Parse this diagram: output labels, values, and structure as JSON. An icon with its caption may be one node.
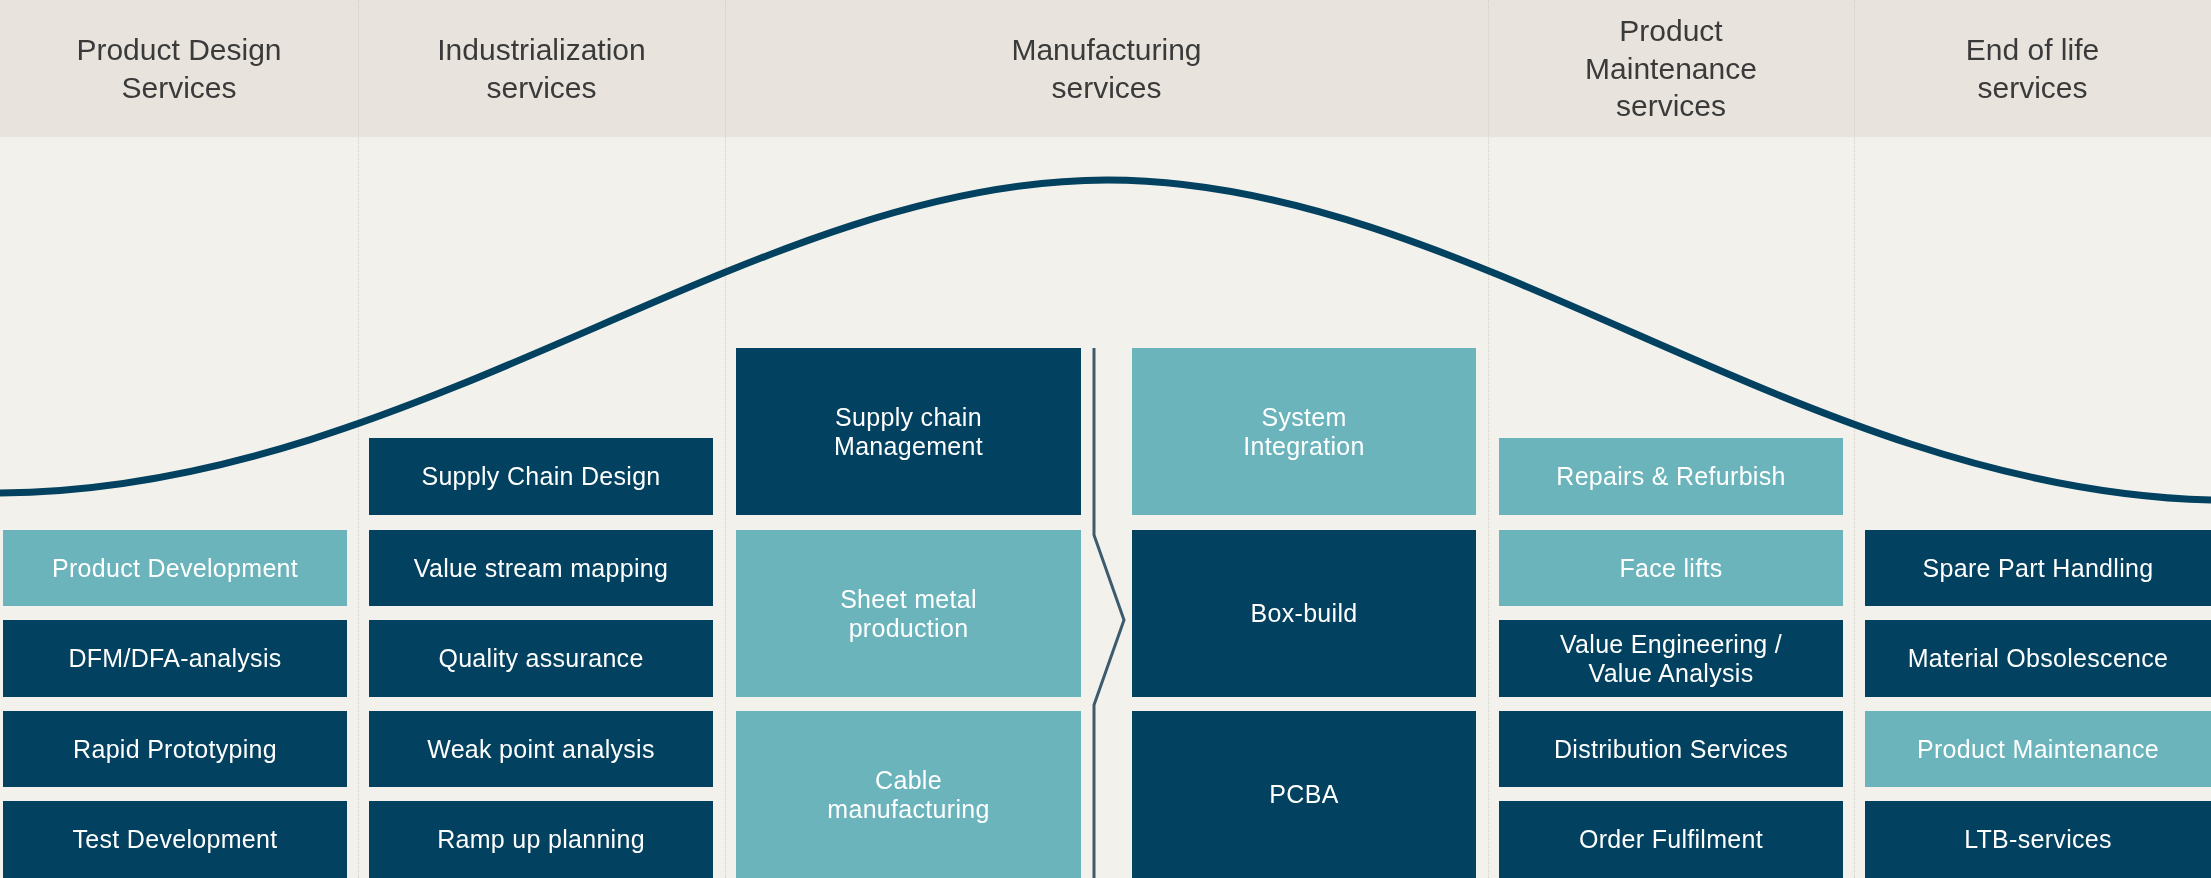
{
  "diagram": {
    "nodes": [
      {
        "text": [
          "Product Design Services"
        ]
      },
      {
        "text": [
          "Industrialization services"
        ]
      },
      {
        "text": [
          "Manufacturing services"
        ]
      },
      {
        "text": [
          "Product Maintenance services"
        ]
      },
      {
        "text": [
          "End of life services"
        ]
      },
      {
        "text": [
          "Product Development"
        ]
      },
      {
        "text": [
          "DFM/DFA-analysis"
        ]
      },
      {
        "text": [
          "Rapid Prototyping"
        ]
      },
      {
        "text": [
          "Test Development"
        ]
      },
      {
        "text": [
          "Supply Chain Design"
        ]
      },
      {
        "text": [
          "Value stream mapping"
        ]
      },
      {
        "text": [
          "Quality assurance"
        ]
      },
      {
        "text": [
          "Weak point analysis"
        ]
      },
      {
        "text": [
          "Ramp up planning"
        ]
      },
      {
        "text": [
          "Supply chain Management"
        ]
      },
      {
        "text": [
          "Sheet metal production"
        ]
      },
      {
        "text": [
          "Cable manufacturing"
        ]
      },
      {
        "text": [
          "System Integration"
        ]
      },
      {
        "text": [
          "Box-build"
        ]
      },
      {
        "text": [
          "PCBA"
        ]
      },
      {
        "text": [
          "Repairs & Refurbish"
        ]
      },
      {
        "text": [
          "Face lifts"
        ]
      },
      {
        "text": [
          "Value Engineering / Value Analysis"
        ]
      },
      {
        "text": [
          "Distribution Services"
        ]
      },
      {
        "text": [
          "Order Fulfilment"
        ]
      },
      {
        "text": [
          "Spare Part Handling"
        ]
      },
      {
        "text": [
          "Material Obsolescence"
        ]
      },
      {
        "text": [
          "Product Maintenance"
        ]
      },
      {
        "text": [
          "LTB-services"
        ]
      }
    ]
  }
}
